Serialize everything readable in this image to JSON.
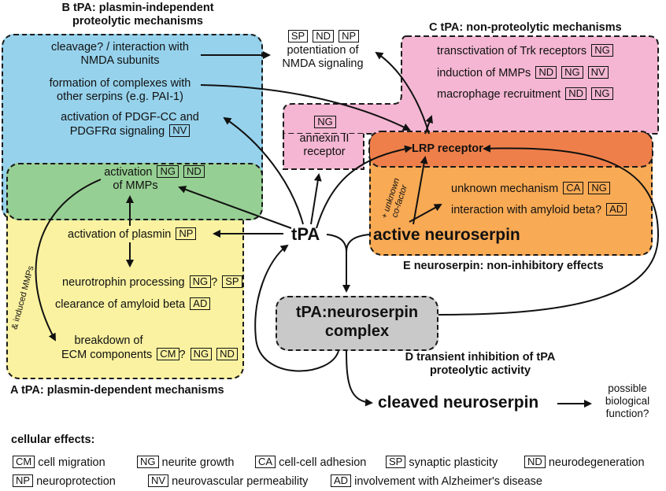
{
  "regions": {
    "B": {
      "title_line1": "B  tPA: plasmin-independent",
      "title_line2": "proteolytic mechanisms",
      "items": [
        {
          "line1": "cleavage? / interaction with",
          "line2": "NMDA subunits"
        },
        {
          "line1": "formation of complexes with",
          "line2": "other serpins (e.g. PAI-1)"
        },
        {
          "line1": "activation of PDGF-CC and",
          "line2": "PDGFRα signaling",
          "tags": [
            "NV"
          ]
        }
      ],
      "color": "#96d2ec"
    },
    "C": {
      "title": "C  tPA: non-proteolytic mechanisms",
      "items": [
        {
          "text": "transctivation of Trk receptors",
          "tags": [
            "NG"
          ]
        },
        {
          "text": "induction of MMPs",
          "tags": [
            "ND",
            "NG",
            "NV"
          ]
        },
        {
          "text": "macrophage recruitment",
          "tags": [
            "ND",
            "NG"
          ]
        }
      ],
      "annexin_tag": "NG",
      "annexin_line1": "annexin II",
      "annexin_line2": "receptor",
      "color": "#f4b6d2"
    },
    "A": {
      "title": "A  tPA: plasmin-dependent mechanisms",
      "mmp_line1": "activation",
      "mmp_line2": "of MMPs",
      "mmp_tags": [
        "NG",
        "ND"
      ],
      "plasmin": "activation of plasmin",
      "plasmin_tags": [
        "NP"
      ],
      "neurotrophin": "neurotrophin processing",
      "neurotrophin_tag1": "NG",
      "neurotrophin_q": "?",
      "neurotrophin_tag2": "SP",
      "amyloid": "clearance of amyloid beta",
      "amyloid_tags": [
        "AD"
      ],
      "ecm_line1": "breakdown of",
      "ecm_line2": "ECM components",
      "ecm_tag1": "CM",
      "ecm_q": "?",
      "ecm_tags2": [
        "NG",
        "ND"
      ],
      "side_label": "& induced MMPs",
      "color": "#faf2a0",
      "overlap_color": "#96cf93"
    },
    "E": {
      "title": "E  neuroserpin: non-inhibitory effects",
      "lrp": "LRP receptor",
      "unknown": "unknown mechanism",
      "unknown_tags": [
        "CA",
        "NG"
      ],
      "amyloid_interaction": "interaction with amyloid beta?",
      "amyloid_tags": [
        "AD"
      ],
      "cofactor_line1": "+ unknown",
      "cofactor_line2": "co-factor",
      "active": "active neuroserpin",
      "color": "#f9aa54",
      "lrp_color": "#ef7f4a"
    },
    "D": {
      "title_line1": "D  transient inhibition of tPA",
      "title_line2": "proteolytic activity",
      "complex_line1": "tPA:neuroserpin",
      "complex_line2": "complex",
      "cleaved": "cleaved neuroserpin",
      "function_line1": "possible",
      "function_line2": "biological",
      "function_line3": "function?",
      "complex_color": "#c9c9c9"
    }
  },
  "nmda": {
    "tags": [
      "SP",
      "ND",
      "NP"
    ],
    "line1": "potentiation of",
    "line2": "NMDA signaling"
  },
  "center": {
    "tpa": "tPA"
  },
  "legend": {
    "title": "cellular effects:",
    "items": [
      {
        "code": "CM",
        "label": "cell migration"
      },
      {
        "code": "NG",
        "label": "neurite growth"
      },
      {
        "code": "CA",
        "label": "cell-cell adhesion"
      },
      {
        "code": "SP",
        "label": "synaptic plasticity"
      },
      {
        "code": "ND",
        "label": "neurodegeneration"
      },
      {
        "code": "NP",
        "label": "neuroprotection"
      },
      {
        "code": "NV",
        "label": "neurovascular permeability"
      },
      {
        "code": "AD",
        "label": "involvement with Alzheimer's disease"
      }
    ]
  }
}
